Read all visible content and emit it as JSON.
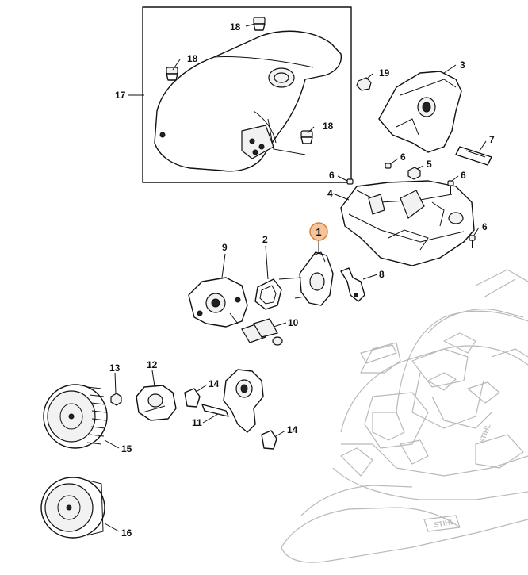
{
  "diagram": {
    "highlighted_part": "1",
    "highlight_color": "#f6c49a",
    "highlight_border_color": "#d9803c",
    "callouts": {
      "c1": "1",
      "c2": "2",
      "c3": "3",
      "c4": "4",
      "c5": "5",
      "c6a": "6",
      "c6b": "6",
      "c6c": "6",
      "c6d": "6",
      "c7": "7",
      "c8": "8",
      "c9": "9",
      "c10": "10",
      "c11": "11",
      "c12": "12",
      "c13": "13",
      "c14a": "14",
      "c14b": "14",
      "c15": "15",
      "c16": "16",
      "c17": "17",
      "c18a": "18",
      "c18b": "18",
      "c18c": "18",
      "c19": "19"
    },
    "brand_marks": {
      "saw_side": "STIHL",
      "bar_badge": "STIHL"
    }
  }
}
